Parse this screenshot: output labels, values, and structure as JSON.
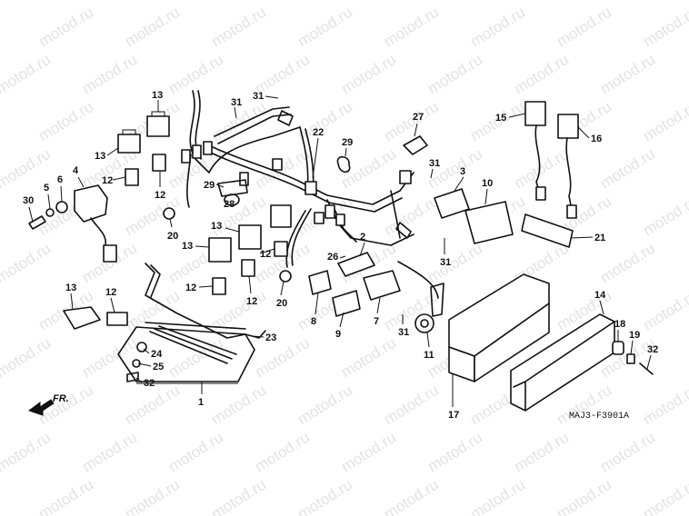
{
  "watermark": {
    "text": "motod.ru"
  },
  "diagram_code": "MAJ3-F3901A",
  "front_arrow_label": "FR.",
  "callouts": {
    "c1": "1",
    "c2": "2",
    "c3": "3",
    "c4": "4",
    "c5": "5",
    "c6": "6",
    "c7": "7",
    "c8": "8",
    "c9": "9",
    "c10": "10",
    "c11": "11",
    "c12a": "12",
    "c12b": "12",
    "c12c": "12",
    "c12d": "12",
    "c12e": "12",
    "c12f": "12",
    "c13a": "13",
    "c13b": "13",
    "c13c": "13",
    "c13d": "13",
    "c13e": "13",
    "c14": "14",
    "c15": "15",
    "c16": "16",
    "c17": "17",
    "c18": "18",
    "c19": "19",
    "c20a": "20",
    "c20b": "20",
    "c21": "21",
    "c22": "22",
    "c23": "23",
    "c24": "24",
    "c25": "25",
    "c26": "26",
    "c27": "27",
    "c28": "28",
    "c29a": "29",
    "c29b": "29",
    "c30": "30",
    "c31a": "31",
    "c31b": "31",
    "c31c": "31",
    "c31d": "31",
    "c31e": "31",
    "c32a": "32",
    "c32b": "32"
  }
}
